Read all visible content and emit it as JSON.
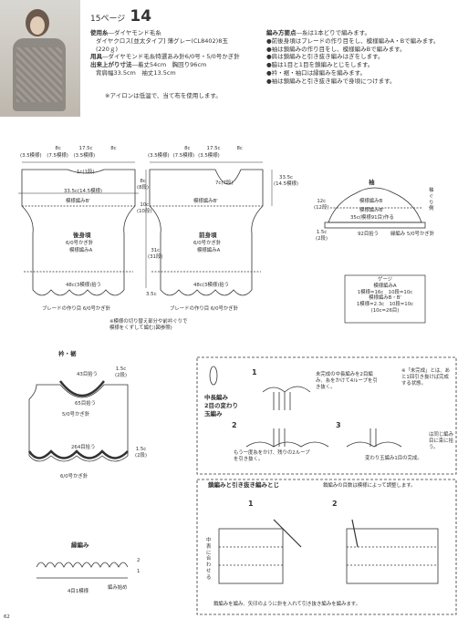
{
  "header": {
    "page_label": "15ページ",
    "pattern_no": "14"
  },
  "materials": {
    "yarn_label": "使用糸",
    "yarn_name": "ダイヤモンド毛糸",
    "yarn_detail": "ダイヤクロス[並太タイプ] 薄グレー(CL8402)8玉",
    "yarn_weight": "(220ｇ)",
    "tools_label": "用具",
    "tools": "ダイヤモンド毛糸特選あみ針6/0号・5/0号かぎ針",
    "size_label": "出来上がり寸法",
    "size1": "着丈54cm　胸回り96cm",
    "size2": "背肩幅33.5cm　袖丈13.5cm",
    "note": "※アイロンは低温で、当て布を使用します。"
  },
  "points": {
    "heading": "編み方要点",
    "heading_rest": "糸は1本どりで編みます。",
    "items": [
      "●前後身頃はブレードの作り目をし、模様編みA・Bで編みます。",
      "●袖は鎖編みの作り目をし、模様編みBで編みます。",
      "●肩は鎖編みと引き抜き編みはぎをします。",
      "●脇は1目と1目を鎖編みとじをします。",
      "●衿・裾・袖口は縁編みを編みます。",
      "●袖は鎖編みと引き抜き編みで身頃につけます。"
    ]
  },
  "back": {
    "title": "後身頃",
    "needle": "6/0号かぎ針",
    "pattern": "模様編みA",
    "patternB": "模様編みB'",
    "top_dims": [
      "8c",
      "17.5c",
      "8c"
    ],
    "top_counts": [
      "(3.5模様)",
      "(7.5模様)",
      "(3.5模様)"
    ],
    "neck": "1c(1段)",
    "width": "33.5c(14.5模様)",
    "armhole": [
      "8c",
      "(8段)"
    ],
    "side": [
      "10c",
      "(10段)"
    ],
    "hem": "48c(3模様)拾う",
    "brade": "ブレードの作り目 6/0号かぎ針"
  },
  "front": {
    "title": "前身頃",
    "needle": "6/0号かぎ針",
    "pattern": "模様編みA",
    "patternB": "模様編みB'",
    "top_dims": [
      "8c",
      "17.5c",
      "8c"
    ],
    "top_counts": [
      "(3.5模様)",
      "(7.5模様)",
      "(3.5模様)"
    ],
    "neck": "7c(7段)",
    "width": "33.5c",
    "width_count": "(14.5模様)",
    "length": [
      "31c",
      "(31段)"
    ],
    "hem_extra": "3.5c",
    "hem": "48c(3模様)拾う",
    "brade": "ブレードの作り目 6/0号かぎ針"
  },
  "back_note": "※模様の切り替え部分や前衿ぐりで\n模様をくずして編む(図参照)",
  "sleeve": {
    "title": "袖",
    "pattern": "模様編みB",
    "pattern2": "模様編みB'",
    "width": "35c(模様91目)作る",
    "height": [
      "12c",
      "(12段)"
    ],
    "cuff": [
      "1.5c",
      "(2段)"
    ],
    "cuff_pick": "92目拾う",
    "cuff_note": "縁編み 5/0号かぎ針",
    "side_label": "袖ぐり側"
  },
  "gauge": {
    "title": "ゲージ",
    "pattern": "模様編みA",
    "row1": "1模様=16c　10段=10c",
    "pattern2": "模様編みB・B'",
    "row2": "1模様=2.3c　10段=10c",
    "row3": "(10c=26目)"
  },
  "collar": {
    "title": "衿・裾",
    "pick_top": "43目拾う",
    "top_dims": [
      "1.5c",
      "(2段)"
    ],
    "pick_inner": "65目拾う",
    "hook": "5/0号かぎ針",
    "pick_hem": "264目拾う",
    "hem_dims": [
      "1.5c",
      "(2段)"
    ],
    "hook2": "6/0号かぎ針",
    "edge_title": "縁編み",
    "repeat": "4目1模様",
    "start": "編み始め",
    "rows": [
      "2",
      "1"
    ]
  },
  "stitch": {
    "title_lines": [
      "中長編み",
      "2目の変わり",
      "玉編み"
    ],
    "step1": "未完成の中長編みを2目編み、糸をかけて4ループを引き抜く。",
    "step1_right": "※「未完成」とは、あと1回引き抜けば完成する状態。",
    "step2": "もう一度糸をかけ、残りの2ループを引き抜く。",
    "step3": "変わり玉編み1目の完成。",
    "step3_note": "は同じ編み目に束に拾う。",
    "nums": [
      "1",
      "2",
      "3"
    ]
  },
  "join": {
    "title": "鎖編みと引き抜き編みとじ",
    "subtitle": "鎖編みの目数は模様によって調整します。",
    "vertical": "中表に合わせる",
    "bottom": "鎖編みを編み、矢印のように針を入れて引き抜き編みを編みます。",
    "nums": [
      "1",
      "2"
    ]
  },
  "page_num": "62"
}
